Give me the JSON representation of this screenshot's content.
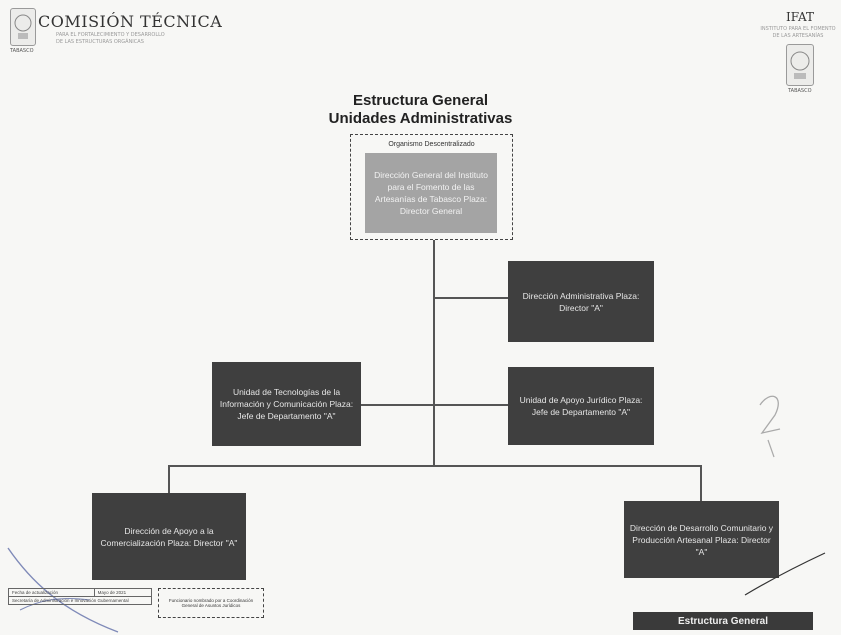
{
  "header": {
    "left_title": "COMISIÓN TÉCNICA",
    "left_sub1": "PARA EL FORTALECIMIENTO Y DESARROLLO",
    "left_sub2": "DE LAS ESTRUCTURAS ORGÁNICAS",
    "left_state": "TABASCO",
    "right_title": "IFAT",
    "right_sub": "INSTITUTO PARA EL FOMENTO DE LAS ARTESANÍAS",
    "right_state": "TABASCO"
  },
  "diagram": {
    "title_line1": "Estructura General",
    "title_line2": "Unidades Administrativas",
    "decentralized_label": "Organismo Descentralizado",
    "nodes": [
      {
        "id": "director-general",
        "text": "Dirección General del Instituto para el Fomento de las Artesanías de Tabasco Plaza: Director General"
      },
      {
        "id": "direccion-administrativa",
        "text": "Dirección Administrativa Plaza: Director \"A\""
      },
      {
        "id": "unidad-tecnologias",
        "text": "Unidad de Tecnologías de la Información y Comunicación Plaza: Jefe de Departamento \"A\""
      },
      {
        "id": "unidad-apoyo-juridico",
        "text": "Unidad de Apoyo Jurídico Plaza: Jefe de Departamento \"A\""
      },
      {
        "id": "direccion-comercializacion",
        "text": "Dirección de Apoyo a la Comercialización Plaza: Director \"A\""
      },
      {
        "id": "direccion-desarrollo",
        "text": "Dirección de Desarrollo Comunitario y Producción Artesanal Plaza: Director \"A\""
      }
    ]
  },
  "footer": {
    "fecha_label": "Fecha de actualización",
    "fecha_value": "Mayo de 2021",
    "secretaria": "Secretaría de Administración e Innovación Gubernamental",
    "note": "Funcionario nombrado por a Coordinación General de Asuntos Jurídicos",
    "bar_label": "Estructura General"
  }
}
